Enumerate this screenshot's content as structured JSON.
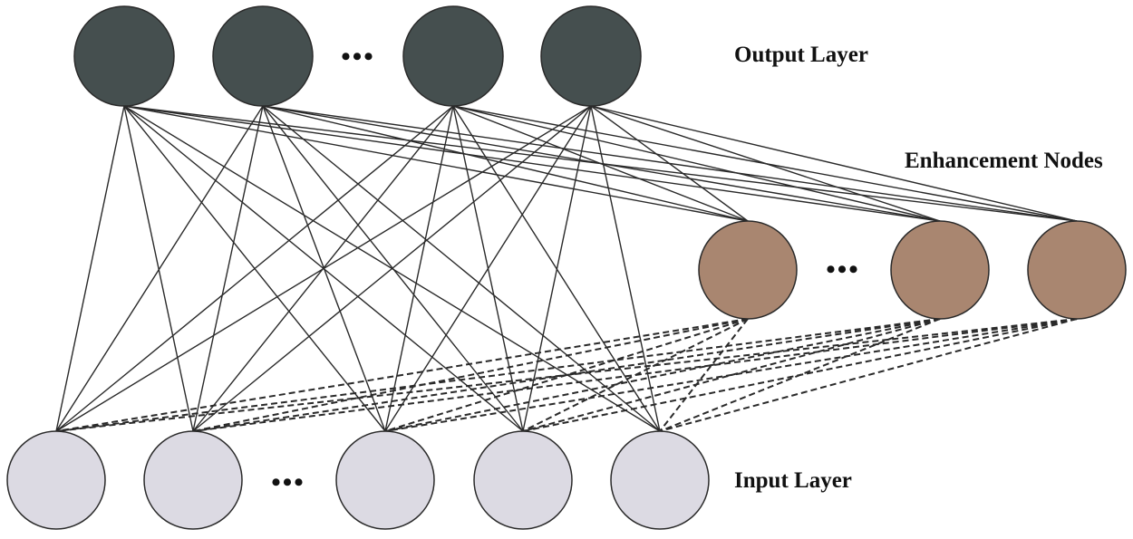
{
  "labels": {
    "output_layer": "Output Layer",
    "enhancement_nodes": "Enhancement Nodes",
    "input_layer": "Input Layer"
  },
  "ellipsis": "•••",
  "colors": {
    "output_node": "#454f4f",
    "enhancement_node": "#a98670",
    "input_node": "#dcdae3",
    "node_stroke": "#2a2a2a",
    "edge": "#2a2a2a"
  },
  "edges": {
    "output_to_enhancement": "solid",
    "output_to_input": "solid",
    "enhancement_to_input": "dashed"
  }
}
